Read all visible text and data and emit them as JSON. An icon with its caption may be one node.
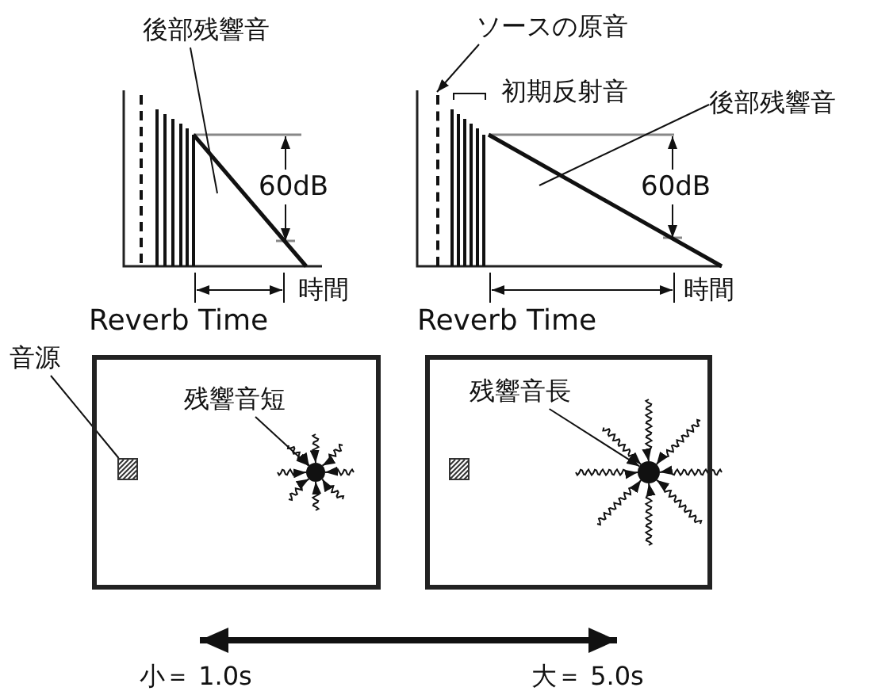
{
  "diagram": {
    "nodes": [
      {
        "text": [
          "後部残響音"
        ]
      },
      {
        "text": [
          "ソースの原音"
        ]
      },
      {
        "text": [
          "後部残響音"
        ]
      },
      {
        "text": [
          "音源"
        ]
      },
      {
        "text": [],
        "shape": "box"
      },
      {
        "text": [
          "残響音短"
        ],
        "in": 4
      },
      {
        "text": [],
        "shape": "box",
        "in": 4
      },
      {
        "text": [],
        "shape": "circle",
        "in": 4
      },
      {
        "text": [],
        "shape": "box"
      },
      {
        "text": [
          "残響音長"
        ],
        "in": 8
      },
      {
        "text": [],
        "shape": "box",
        "in": 8
      },
      {
        "text": [],
        "shape": "circle",
        "in": 8
      },
      {
        "text": [],
        "shape": "bar"
      }
    ],
    "edges": [
      {
        "from": 0,
        "to": null,
        "arrow": "none"
      },
      {
        "from": 1,
        "to": 12,
        "arrow": "to"
      },
      {
        "from": 2,
        "to": null,
        "arrow": "none"
      },
      {
        "from": 3,
        "to": 6,
        "arrow": "none"
      },
      {
        "from": 5,
        "to": 7,
        "arrow": "to"
      },
      {
        "from": null,
        "to": 7,
        "arrow": "to"
      },
      {
        "from": null,
        "to": 7,
        "arrow": "to"
      },
      {
        "from": null,
        "to": 7,
        "arrow": "to"
      },
      {
        "from": null,
        "to": 7,
        "arrow": "to"
      },
      {
        "from": null,
        "to": 7,
        "arrow": "to"
      },
      {
        "from": null,
        "to": 7,
        "arrow": "to"
      },
      {
        "from": null,
        "to": 7,
        "arrow": "to"
      },
      {
        "from": null,
        "to": 7,
        "arrow": "to"
      },
      {
        "from": 9,
        "to": 11,
        "arrow": "to"
      },
      {
        "from": null,
        "to": 11,
        "arrow": "to"
      },
      {
        "from": null,
        "to": 11,
        "arrow": "to"
      },
      {
        "from": null,
        "to": 11,
        "arrow": "to"
      },
      {
        "from": null,
        "to": 11,
        "arrow": "to"
      },
      {
        "from": null,
        "to": 11,
        "arrow": "to"
      },
      {
        "from": null,
        "to": 11,
        "arrow": "to"
      },
      {
        "from": null,
        "to": 11,
        "arrow": "to"
      },
      {
        "from": null,
        "to": 11,
        "arrow": "to"
      }
    ],
    "labels": [
      "60dB",
      "時間",
      "Reverb Time",
      "初期反射音",
      "60dB",
      "時間",
      "Reverb Time",
      "小＝ 1.0s",
      "大＝ 5.0s"
    ]
  }
}
